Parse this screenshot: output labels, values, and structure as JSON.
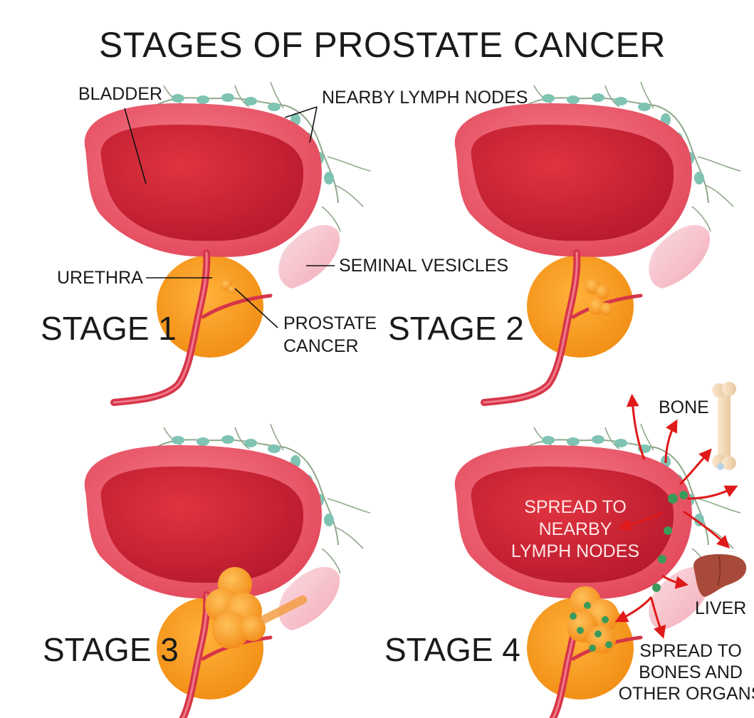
{
  "title": "STAGES OF PROSTATE CANCER",
  "stages": [
    {
      "id": "1",
      "label": "STAGE 1"
    },
    {
      "id": "2",
      "label": "STAGE 2"
    },
    {
      "id": "3",
      "label": "STAGE 3"
    },
    {
      "id": "4",
      "label": "STAGE 4"
    }
  ],
  "anatomy_labels": {
    "bladder": "BLADDER",
    "lymph_nodes": "NEARBY LYMPH NODES",
    "seminal_vesicles": "SEMINAL VESICLES",
    "urethra": "URETHRA",
    "prostate_cancer_line1": "PROSTATE",
    "prostate_cancer_line2": "CANCER"
  },
  "stage4_labels": {
    "bone": "BONE",
    "liver": "LIVER",
    "spread_lymph_line1": "SPREAD TO",
    "spread_lymph_line2": "NEARBY",
    "spread_lymph_line3": "LYMPH NODES",
    "spread_bones_line1": "SPREAD TO",
    "spread_bones_line2": "BONES AND",
    "spread_bones_line3": "OTHER ORGANS"
  },
  "colors": {
    "bladder_outer": "#ef5a6a",
    "bladder_inner": "#d8243a",
    "prostate": "#f7941d",
    "tumor": "#f7a21d",
    "vesicle": "#f6c3cc",
    "lymph": "#7fc3b3",
    "arrow": "#e01919"
  }
}
